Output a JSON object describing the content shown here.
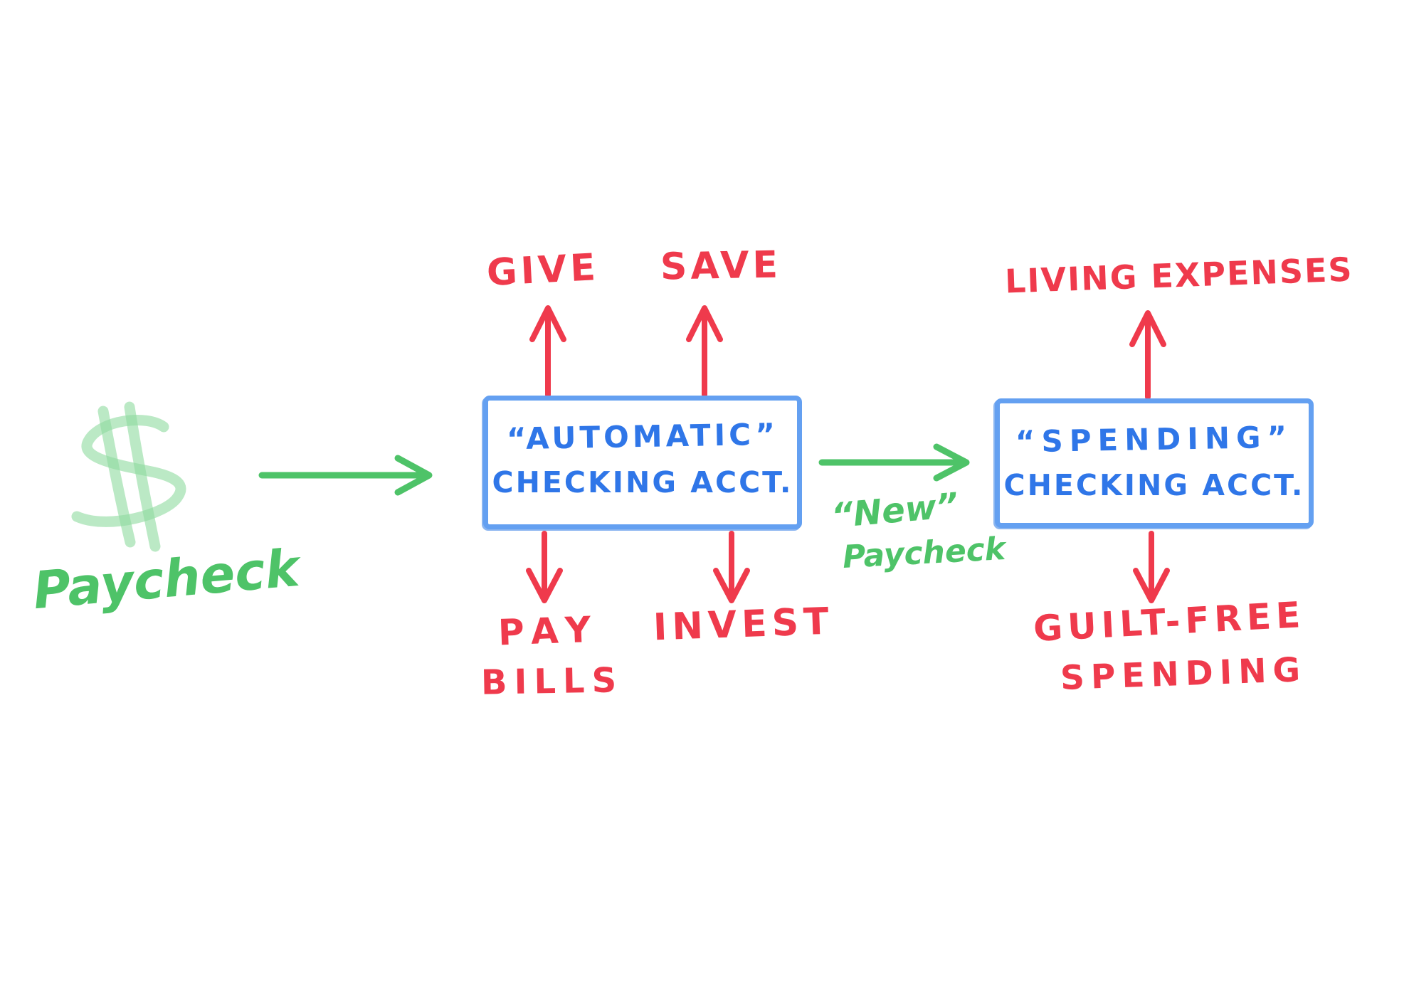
{
  "colors": {
    "green": "#4ec368",
    "green_light": "#8edb9e",
    "red": "#ef3a4c",
    "blue_text": "#2f76e8",
    "blue_border": "#64a0f1",
    "background": "#ffffff"
  },
  "paycheck_source": {
    "symbol": "dollar-sign",
    "label": "Paycheck"
  },
  "automatic_box": {
    "title_line1": "“AUTOMATIC”",
    "title_line2": "CHECKING ACCT."
  },
  "automatic_outputs": {
    "give": "GIVE",
    "save": "SAVE",
    "pay_line1": "PAY",
    "pay_line2": "BILLS",
    "invest": "INVEST"
  },
  "transfer": {
    "label_line1": "“New”",
    "label_line2": "Paycheck"
  },
  "spending_box": {
    "title_line1": "“SPENDING”",
    "title_line2": "CHECKING ACCT."
  },
  "spending_outputs": {
    "living_expenses": "LIVING EXPENSES",
    "guilt_line1": "GUILT-FREE",
    "guilt_line2": "SPENDING"
  }
}
